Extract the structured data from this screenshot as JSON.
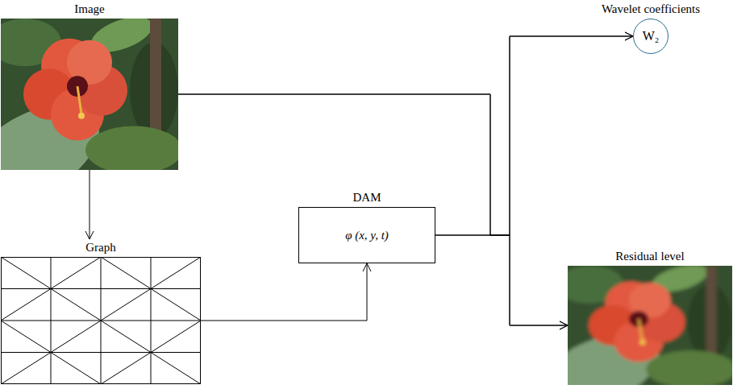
{
  "diagram": {
    "nodes": [
      {
        "text": [
          "Image"
        ]
      },
      {
        "text": [
          "Graph"
        ]
      },
      {
        "text": [
          "DAM",
          "φ (x, y, t)"
        ]
      },
      {
        "text": [
          "Wavelet coefficients",
          "W₂"
        ]
      },
      {
        "text": [
          "Residual level"
        ]
      }
    ],
    "edges": [
      {
        "from": 0,
        "to": 1,
        "arrow": "to"
      },
      {
        "from": 1,
        "to": 2,
        "arrow": "to"
      },
      {
        "from": 0,
        "to": 3,
        "arrow": "to"
      },
      {
        "from": 0,
        "to": 4,
        "arrow": "to"
      },
      {
        "from": 2,
        "to": 3,
        "arrow": "to"
      },
      {
        "from": 2,
        "to": 4,
        "arrow": "to"
      }
    ]
  }
}
